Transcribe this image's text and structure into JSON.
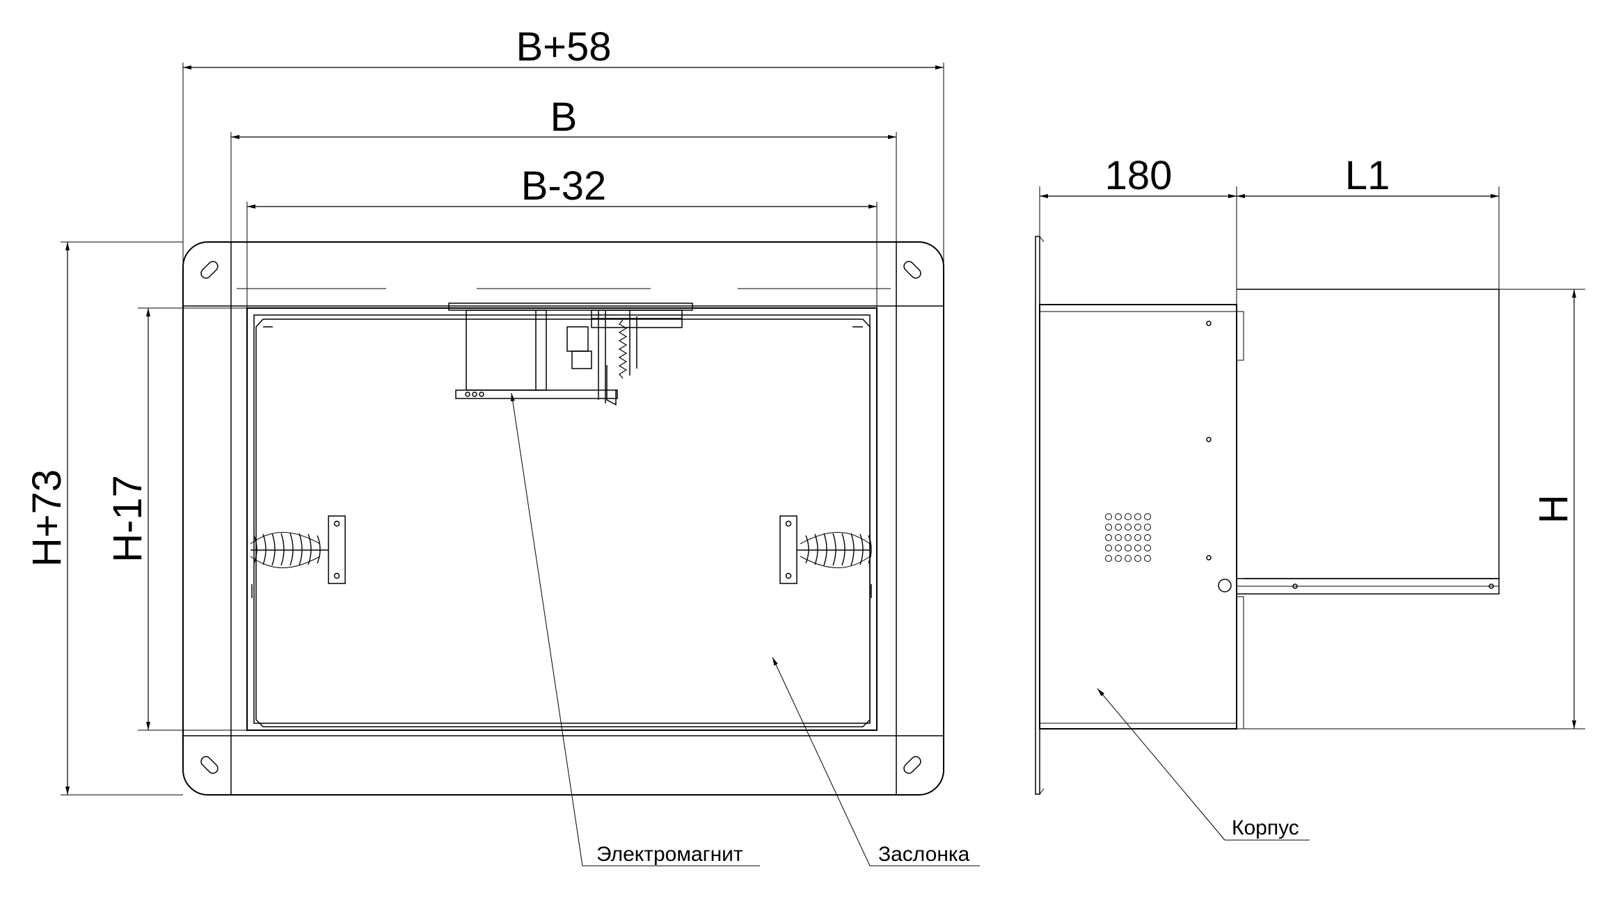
{
  "dimensions": {
    "b_plus_58": "B+58",
    "b": "B",
    "b_minus_32": "B-32",
    "h_plus_73": "H+73",
    "h_minus_17": "H-17",
    "depth_180": "180",
    "l1": "L1",
    "h": "H"
  },
  "labels": {
    "electromagnet": "Электромагнит",
    "damper": "Заслонка",
    "housing": "Корпус"
  },
  "colors": {
    "line": "#000000",
    "background": "#ffffff"
  }
}
